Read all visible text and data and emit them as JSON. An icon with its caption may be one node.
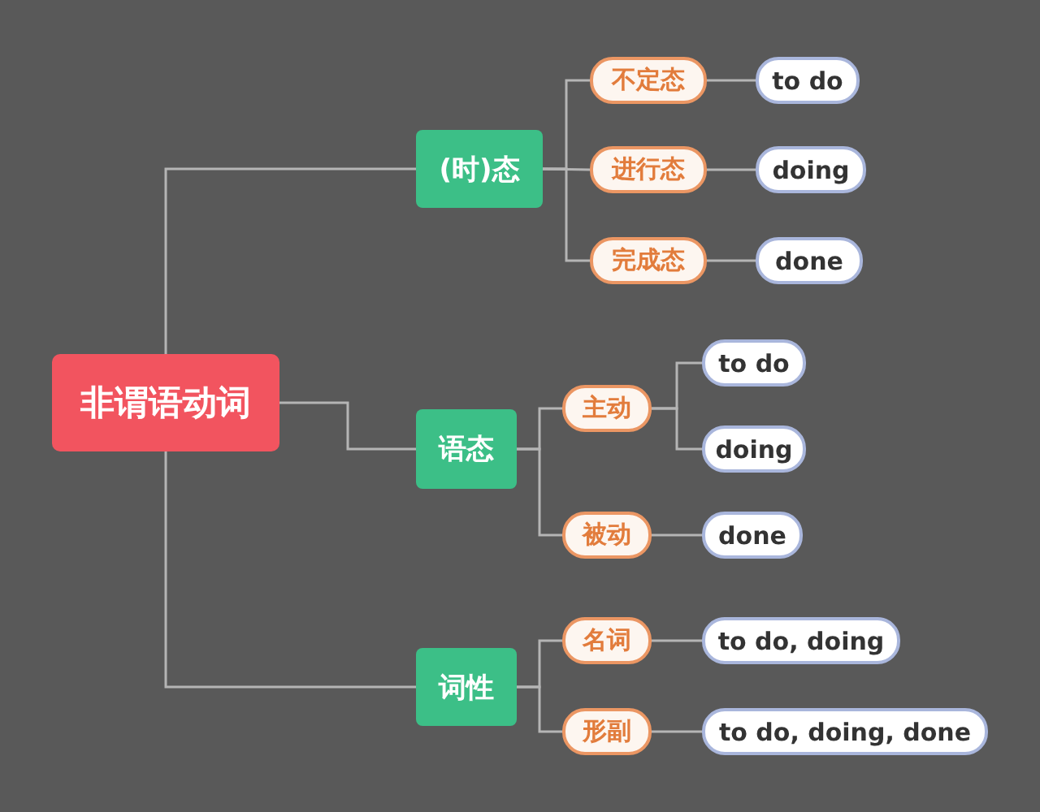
{
  "diagram": {
    "nodes": [
      {
        "text": [
          "非谓语动词"
        ]
      },
      {
        "text": [
          "(时)态"
        ]
      },
      {
        "text": [
          "语态"
        ]
      },
      {
        "text": [
          "词性"
        ]
      },
      {
        "text": [
          "不定态"
        ]
      },
      {
        "text": [
          "进行态"
        ]
      },
      {
        "text": [
          "完成态"
        ]
      },
      {
        "text": [
          "主动"
        ]
      },
      {
        "text": [
          "被动"
        ]
      },
      {
        "text": [
          "名词"
        ]
      },
      {
        "text": [
          "形副"
        ]
      },
      {
        "text": [
          "to do"
        ]
      },
      {
        "text": [
          "doing"
        ]
      },
      {
        "text": [
          "done"
        ]
      },
      {
        "text": [
          "to do"
        ]
      },
      {
        "text": [
          "doing"
        ]
      },
      {
        "text": [
          "done"
        ]
      },
      {
        "text": [
          "to do, doing"
        ]
      },
      {
        "text": [
          "to do, doing, done"
        ]
      }
    ],
    "edges": [
      {
        "from": 0,
        "to": 1,
        "arrow": "none"
      },
      {
        "from": 0,
        "to": 2,
        "arrow": "none"
      },
      {
        "from": 0,
        "to": 3,
        "arrow": "none"
      },
      {
        "from": 1,
        "to": 4,
        "arrow": "none"
      },
      {
        "from": 1,
        "to": 5,
        "arrow": "none"
      },
      {
        "from": 1,
        "to": 6,
        "arrow": "none"
      },
      {
        "from": 2,
        "to": 7,
        "arrow": "none"
      },
      {
        "from": 2,
        "to": 8,
        "arrow": "none"
      },
      {
        "from": 3,
        "to": 9,
        "arrow": "none"
      },
      {
        "from": 3,
        "to": 10,
        "arrow": "none"
      },
      {
        "from": 4,
        "to": 11,
        "arrow": "none"
      },
      {
        "from": 5,
        "to": 12,
        "arrow": "none"
      },
      {
        "from": 6,
        "to": 13,
        "arrow": "none"
      },
      {
        "from": 7,
        "to": 14,
        "arrow": "none"
      },
      {
        "from": 7,
        "to": 15,
        "arrow": "none"
      },
      {
        "from": 8,
        "to": 16,
        "arrow": "none"
      },
      {
        "from": 9,
        "to": 17,
        "arrow": "none"
      },
      {
        "from": 10,
        "to": 18,
        "arrow": "none"
      }
    ]
  }
}
